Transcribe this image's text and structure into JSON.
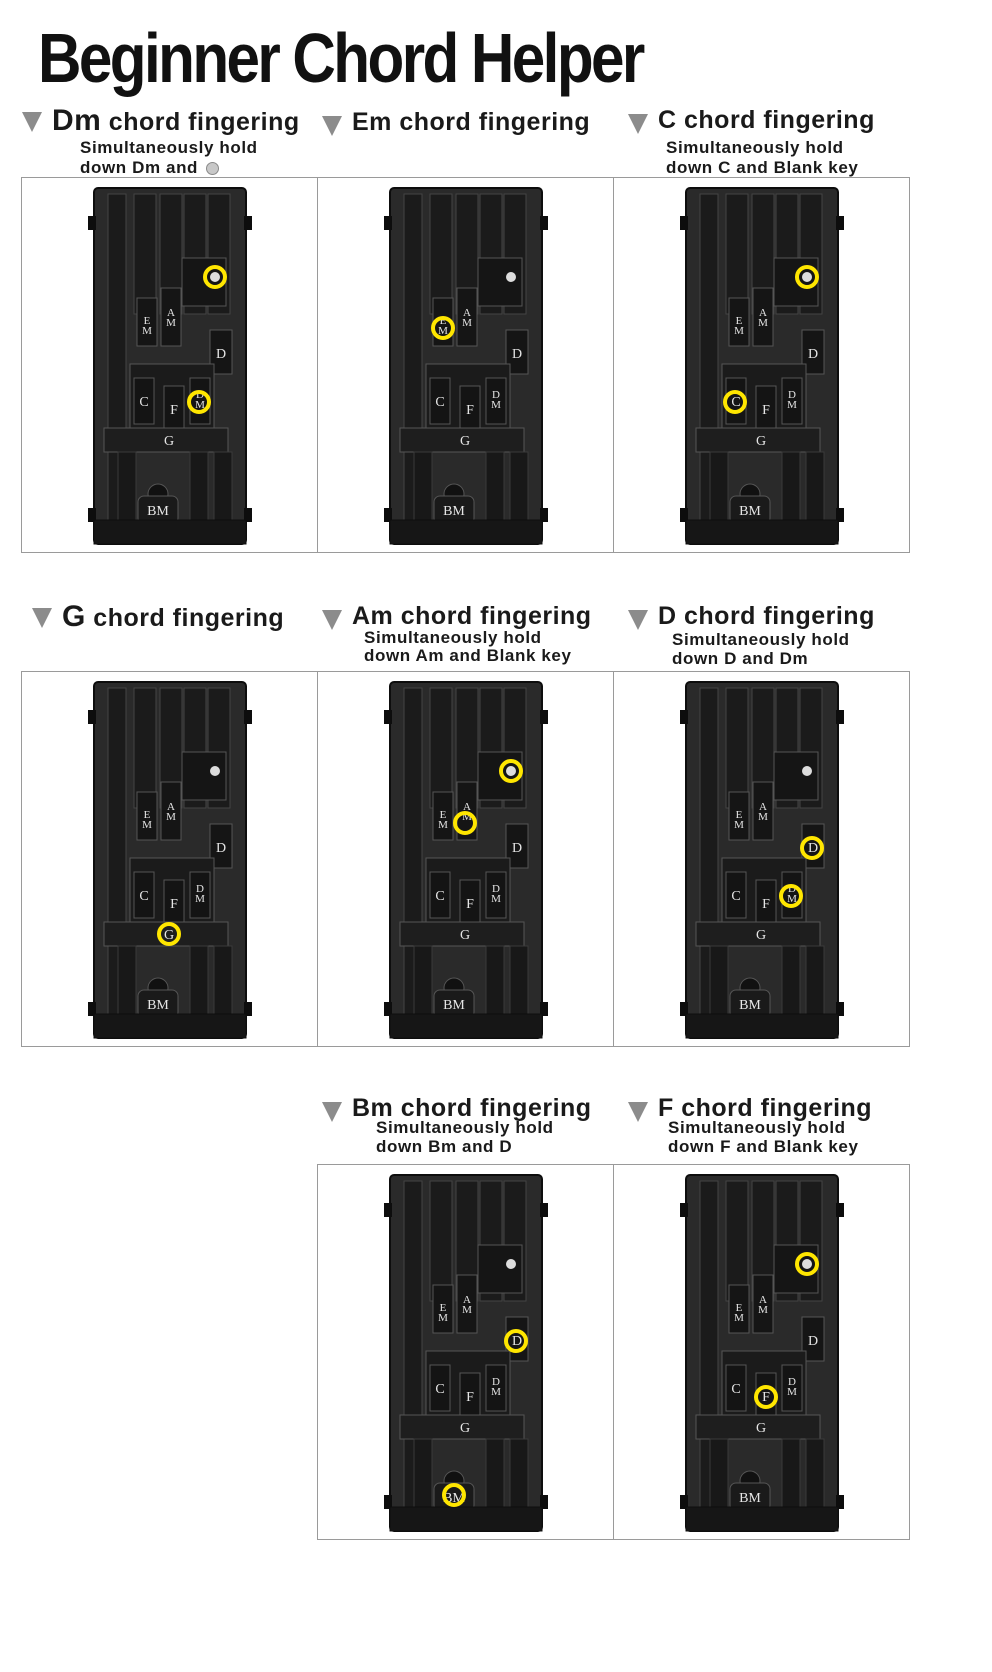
{
  "title": "Beginner Chord Helper",
  "sections": [
    {
      "chord": "Dm",
      "title": " chord fingering",
      "sub1": "Simultaneously hold",
      "sub2": "down Dm and",
      "blank_icon": true,
      "targets": [
        "blank",
        "DM"
      ]
    },
    {
      "chord": "Em",
      "title": " chord fingering",
      "sub1": "",
      "sub2": "",
      "blank_icon": false,
      "targets": [
        "EM"
      ]
    },
    {
      "chord": "C",
      "title": " chord fingering",
      "sub1": "Simultaneously hold",
      "sub2": "down C and Blank key",
      "blank_icon": false,
      "targets": [
        "blank",
        "C"
      ]
    },
    {
      "chord": "G",
      "title": " chord fingering",
      "sub1": "",
      "sub2": "",
      "blank_icon": false,
      "targets": [
        "G"
      ]
    },
    {
      "chord": "Am",
      "title": " chord fingering",
      "sub1": "Simultaneously hold",
      "sub2": "down Am and Blank key",
      "blank_icon": false,
      "targets": [
        "blank",
        "AM"
      ]
    },
    {
      "chord": "D",
      "title": " chord fingering",
      "sub1": "Simultaneously hold",
      "sub2": "down D and Dm",
      "blank_icon": false,
      "targets": [
        "D",
        "DM"
      ]
    },
    {
      "chord": "Bm",
      "title": " chord fingering",
      "sub1": "Simultaneously hold",
      "sub2": "down Bm and D",
      "blank_icon": false,
      "targets": [
        "D",
        "BM"
      ]
    },
    {
      "chord": "F",
      "title": " chord fingering",
      "sub1": "Simultaneously hold",
      "sub2": "down F and Blank key",
      "blank_icon": false,
      "targets": [
        "blank",
        "F"
      ]
    }
  ],
  "key_labels": {
    "EM": "EM",
    "AM": "AM",
    "D": "D",
    "C": "C",
    "F": "F",
    "DM": "DM",
    "G": "G",
    "BM": "BM"
  },
  "colors": {
    "highlight": "#ffe600",
    "body": "#2a2a2a",
    "body_edge": "#0d0d0d",
    "key": "#222222",
    "label_bg": "#e6e6e6",
    "blank_dot": "#dddddd"
  }
}
